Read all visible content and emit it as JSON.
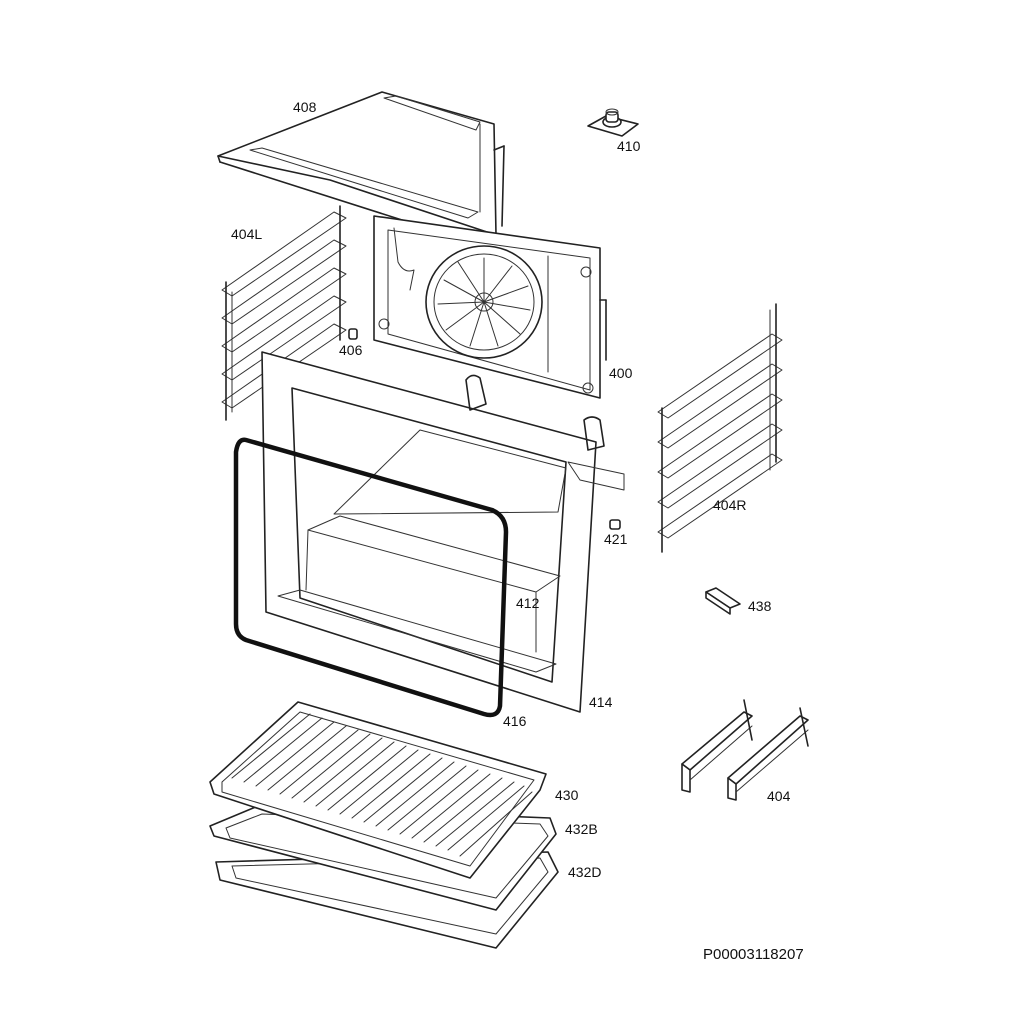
{
  "diagram": {
    "document_code": "P00003118207",
    "part_labels": {
      "p408": "408",
      "p410": "410",
      "p404L": "404L",
      "p406": "406",
      "p400": "400",
      "p404R": "404R",
      "p421": "421",
      "p412": "412",
      "p438": "438",
      "p414": "414",
      "p416": "416",
      "p404": "404",
      "p430": "430",
      "p432B": "432B",
      "p432D": "432D"
    }
  }
}
